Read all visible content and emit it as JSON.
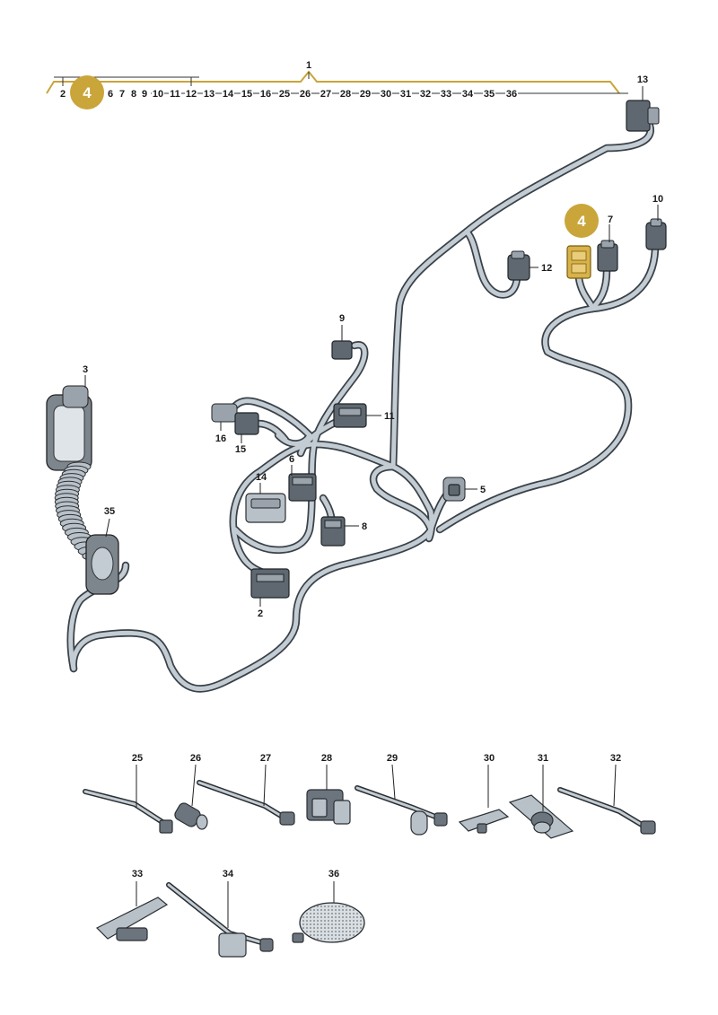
{
  "accent_color": "#c9a53a",
  "highlight": {
    "label": "4"
  },
  "sequence_bar": {
    "top_label": "1",
    "items": [
      "2",
      "6",
      "7",
      "8",
      "9",
      "10",
      "11",
      "12",
      "13",
      "14",
      "15",
      "16",
      "25",
      "26",
      "27",
      "28",
      "29",
      "30",
      "31",
      "32",
      "33",
      "34",
      "35",
      "36"
    ]
  },
  "callouts": {
    "c2": "2",
    "c3": "3",
    "c5": "5",
    "c6": "6",
    "c7": "7",
    "c8": "8",
    "c9": "9",
    "c10": "10",
    "c11": "11",
    "c12": "12",
    "c13": "13",
    "c14": "14",
    "c15": "15",
    "c16": "16",
    "c25": "25",
    "c26": "26",
    "c27": "27",
    "c28": "28",
    "c29": "29",
    "c30": "30",
    "c31": "31",
    "c32": "32",
    "c33": "33",
    "c34": "34",
    "c35": "35",
    "c36": "36"
  }
}
